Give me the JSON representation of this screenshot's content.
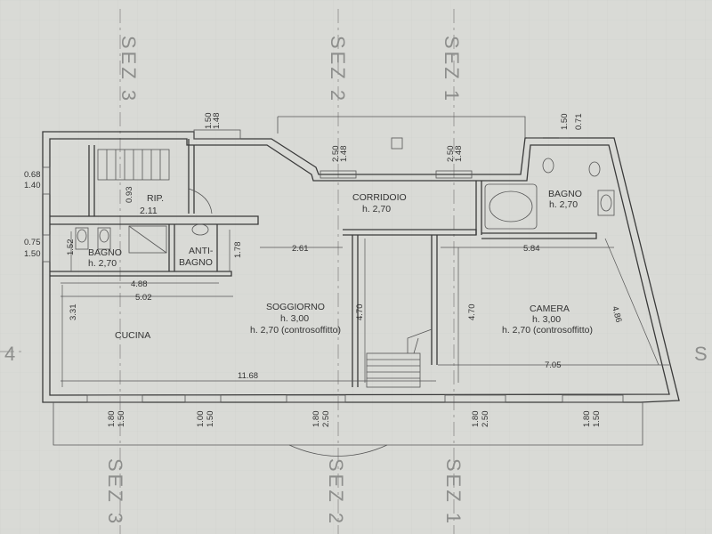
{
  "sections": {
    "sez3_top": "SEZ 3",
    "sez2_top": "SEZ 2",
    "sez1_top": "SEZ 1",
    "sez3_bottom": "SEZ 3",
    "sez2_bottom": "SEZ 2",
    "sez1_bottom": "SEZ 1",
    "left_marker": "4"
  },
  "rooms": {
    "corridoio": {
      "name": "CORRIDOIO",
      "height": "h. 2,70"
    },
    "rip": {
      "name": "RIP.",
      "height": "2.11"
    },
    "bagno_left": {
      "name": "BAGNO",
      "height": "h. 2,70"
    },
    "antibagno": {
      "line1": "ANTI-",
      "line2": "BAGNO"
    },
    "bagno_right": {
      "name": "BAGNO",
      "height": "h. 2,70"
    },
    "cucina": {
      "name": "CUCINA"
    },
    "soggiorno": {
      "name": "SOGGIORNO",
      "height": "h. 3,00",
      "ceiling": "h. 2,70 (controsoffitto)"
    },
    "camera": {
      "name": "CAMERA",
      "height": "h. 3,00",
      "ceiling": "h. 2,70 (controsoffitto)"
    }
  },
  "dimensions": {
    "d_2_61": "2.61",
    "d_5_84": "5.84",
    "d_4_88": "4.88",
    "d_5_02": "5.02",
    "d_11_68": "11.68",
    "d_7_05": "7.05",
    "d_3_31": "3.31",
    "d_4_70_a": "4.70",
    "d_4_70_b": "4.70",
    "d_4_86": "4.86",
    "d_1_78": "1.78",
    "d_1_52": "1.52",
    "d_0_93": "0.93"
  },
  "openings": {
    "top_1": {
      "a": "1.48",
      "b": "1.50"
    },
    "top_2": {
      "a": "1.48",
      "b": "2.50"
    },
    "top_3": {
      "a": "1.48",
      "b": "2.50"
    },
    "top_4": {
      "a": "0.71",
      "b": "1.50"
    },
    "left_1": {
      "a": "0.68",
      "b": "1.40"
    },
    "left_2": {
      "a": "0.75",
      "b": "1.50"
    },
    "bottom_1": {
      "a": "1.80",
      "b": "1.50"
    },
    "bottom_2": {
      "a": "1.00",
      "b": "1.50"
    },
    "bottom_3": {
      "a": "1.80",
      "b": "2.50"
    },
    "bottom_4": {
      "a": "1.80",
      "b": "2.50"
    },
    "bottom_5": {
      "a": "1.80",
      "b": "1.50"
    }
  }
}
